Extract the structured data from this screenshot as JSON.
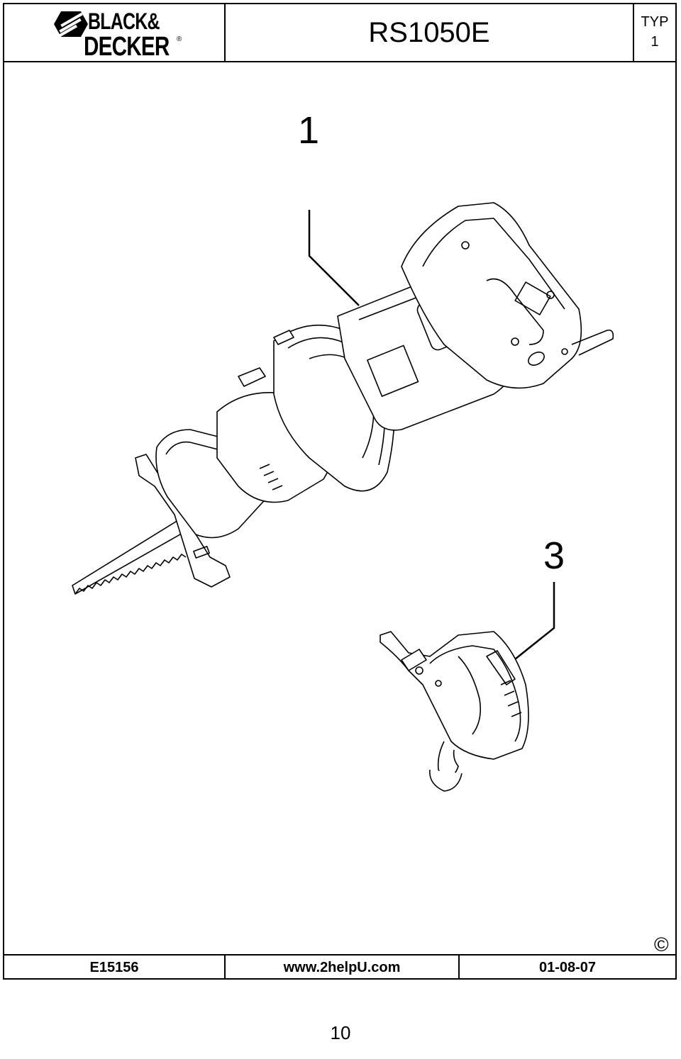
{
  "brand": {
    "line1": "BLACK&",
    "line2": "DECKER",
    "reg_mark": "®"
  },
  "header": {
    "model": "RS1050E",
    "typ_label": "TYP",
    "typ_number": "1"
  },
  "callouts": [
    {
      "label": "1"
    },
    {
      "label": "3"
    }
  ],
  "copyright_symbol": "©",
  "footer": {
    "doc_code": "E15156",
    "website": "www.2helpU.com",
    "date": "01-08-07"
  },
  "page_number": "10"
}
